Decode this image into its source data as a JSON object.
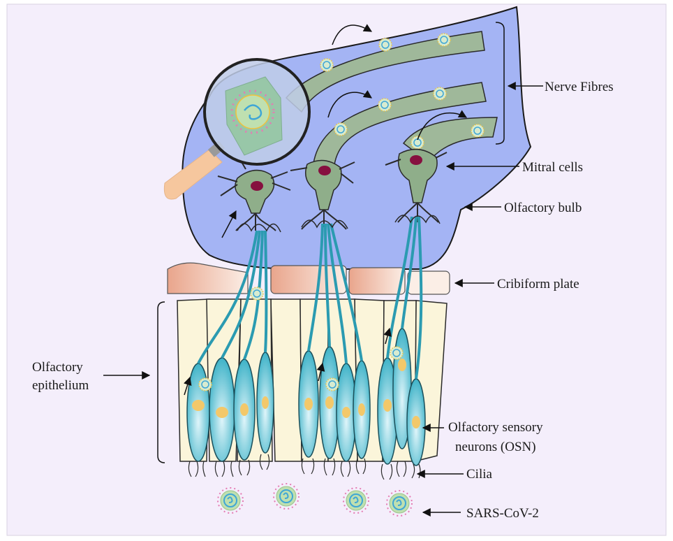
{
  "labels": {
    "nerve_fibres": "Nerve Fibres",
    "mitral_cells": "Mitral cells",
    "olfactory_bulb": "Olfactory bulb",
    "cribiform_plate": "Cribiform plate",
    "olfactory_epithelium_line1": "Olfactory",
    "olfactory_epithelium_line2": "epithelium",
    "osn_line1": "Olfactory sensory",
    "osn_line2": "neurons (OSN)",
    "cilia": "Cilia",
    "virus": "SARS-CoV-2"
  },
  "colors": {
    "background": "#f4eefb",
    "bulb": "#a4b4f4",
    "nerve_fibre": "#9fb89a",
    "mitral_cell": "#8fae8a",
    "mitral_nucleus": "#86103f",
    "cribiform_plate": "#e6a88e",
    "epithelium_cell": "#fbf5da",
    "osn": "#3fb3c8",
    "osn_nucleus": "#f3c86a",
    "virus_body": "#bfe0b0",
    "virus_ring": "#3fa6d6",
    "spike": "#e57bb3",
    "magnifier_handle": "#f6c79e"
  },
  "icons": [
    "sars-cov-2-virus-icon",
    "magnifying-glass-icon",
    "arrow-icon"
  ]
}
